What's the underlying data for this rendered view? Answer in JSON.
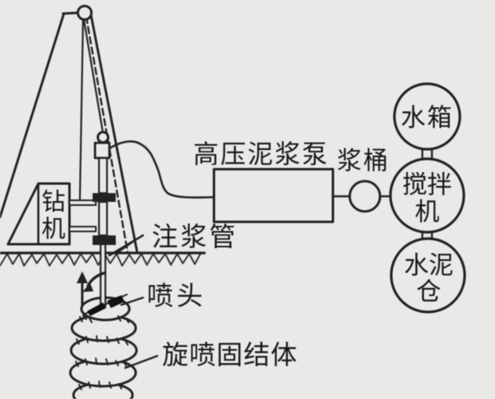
{
  "diagram": {
    "labels": {
      "drill_rig": "钻机",
      "pump": "高压泥浆泵",
      "slurry_bucket": "浆桶",
      "water_tank": "水箱",
      "mixer": "搅拌机",
      "cement_silo": "水泥仓",
      "grouting_pipe": "注浆管",
      "nozzle": "喷头",
      "jet_grouted_column": "旋喷固结体"
    },
    "colors": {
      "background": "#e9e9e7",
      "line": "#222222",
      "text": "#181818"
    }
  }
}
